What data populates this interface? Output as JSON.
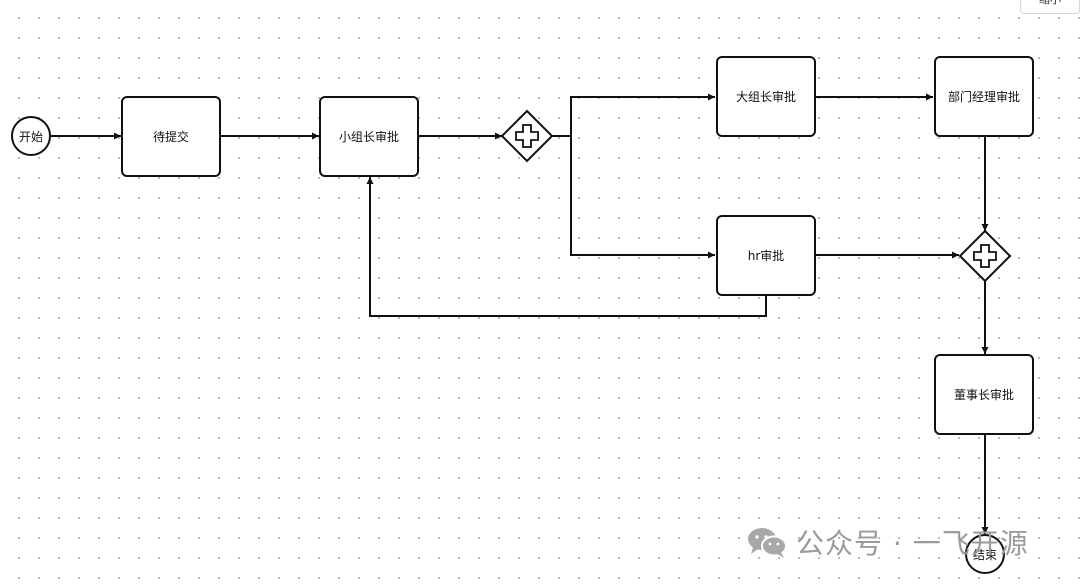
{
  "toolbar": {
    "zoom_out_label": "缩小"
  },
  "nodes": {
    "start": "开始",
    "submit": "待提交",
    "team_lead": "小组长审批",
    "big_team_lead": "大组长审批",
    "dept_manager": "部门经理审批",
    "hr": "hr审批",
    "chairman": "董事长审批",
    "end": "结束"
  },
  "watermark": {
    "text": "公众号 · 一飞开源",
    "icon": "wechat-icon"
  }
}
